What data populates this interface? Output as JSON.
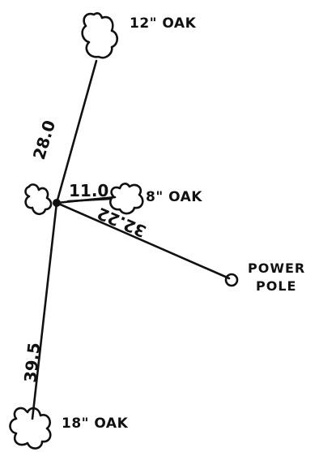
{
  "trees": {
    "top": {
      "label": "12\" OAK",
      "icon": "tree-canopy-icon"
    },
    "right": {
      "label": "8\" OAK",
      "icon": "tree-canopy-icon"
    },
    "bottom": {
      "label": "18\" OAK",
      "icon": "tree-canopy-icon"
    }
  },
  "power_pole": {
    "line1": "POWER",
    "line2": "POLE",
    "icon": "power-pole-icon"
  },
  "measurements": {
    "to_top_tree": "28.0",
    "to_right_tree": "11.0",
    "to_power_pole": "32.22",
    "to_bottom_tree": "39.5"
  },
  "colors": {
    "ink": "#111111",
    "background": "#ffffff"
  }
}
